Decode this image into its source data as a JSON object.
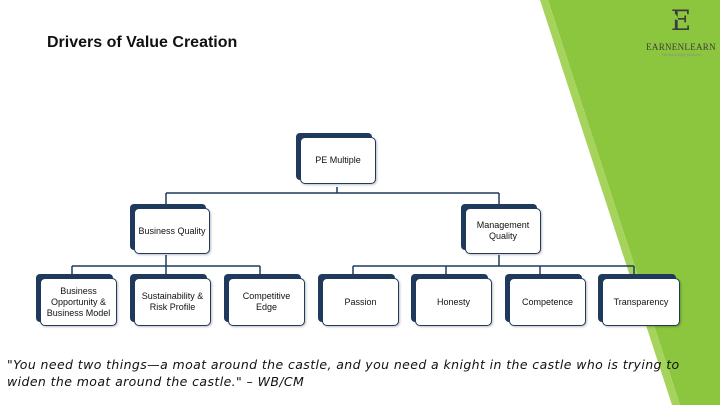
{
  "title": "Drivers of Value Creation",
  "logo": {
    "letter": "E",
    "name": "EARNENLEARN",
    "tagline": "The knowledge platform"
  },
  "diagram": {
    "root": "PE Multiple",
    "branches": [
      {
        "label": "Business Quality",
        "children": [
          "Business Opportunity & Business Model",
          "Sustainability & Risk Profile",
          "Competitive Edge"
        ]
      },
      {
        "label": "Management Quality",
        "children": [
          "Passion",
          "Honesty",
          "Competence",
          "Transparency"
        ]
      }
    ]
  },
  "quote": "\"You need two things—a moat around the castle, and you need a knight in the castle who is trying to widen the moat around the castle.\" – WB/CM",
  "colors": {
    "accent_green": "#8cc63e",
    "box_border": "#1f3a5c",
    "connector": "#1f3a5c"
  }
}
